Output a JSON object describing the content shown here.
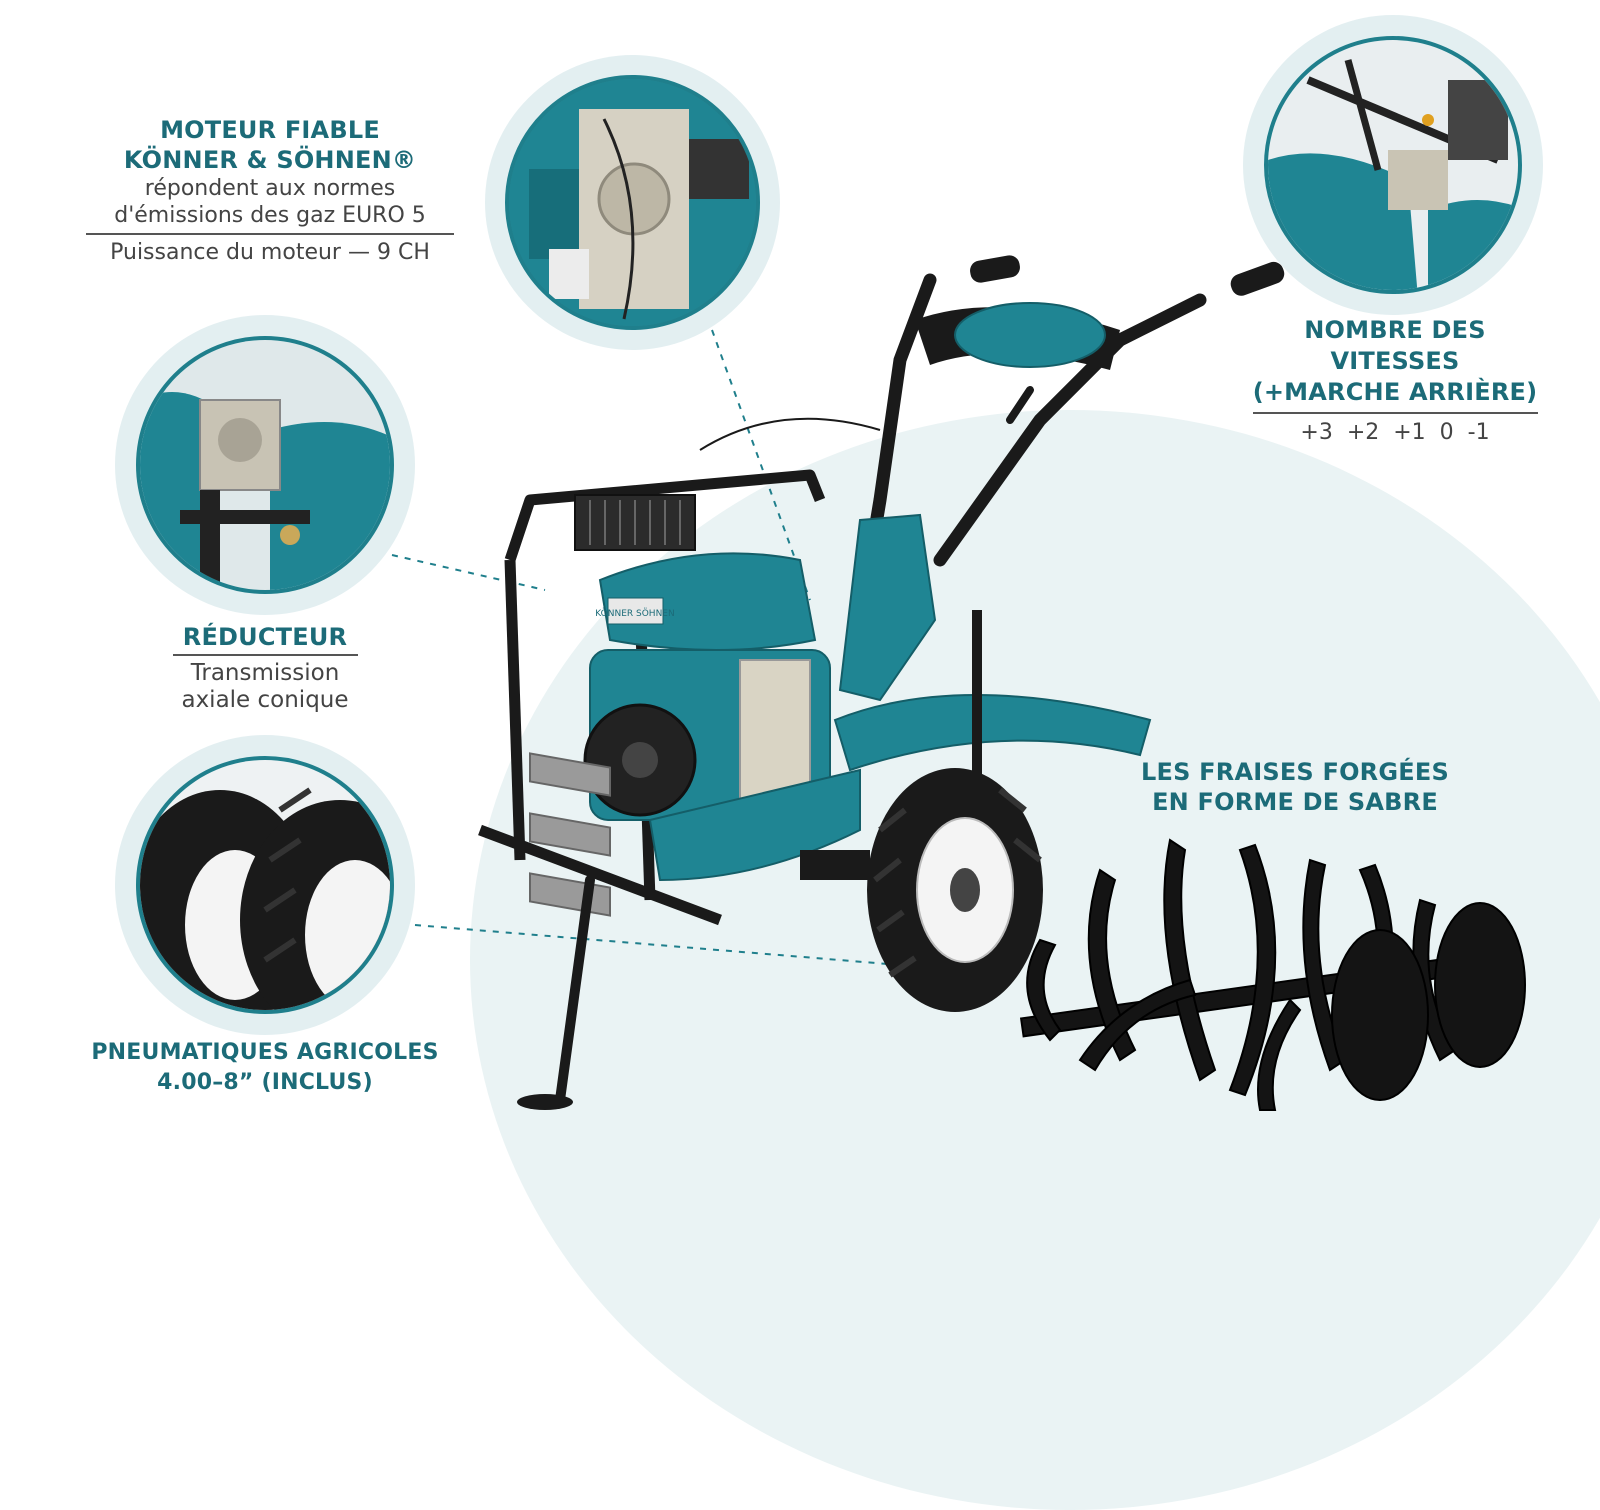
{
  "engine": {
    "title_line1": "MOTEUR FIABLE",
    "title_line2": "KÖNNER & SÖHNEN®",
    "desc_line1": "répondent aux normes",
    "desc_line2": "d'émissions des gaz EURO 5",
    "power": "Puissance du moteur — 9 CH"
  },
  "gears": {
    "title_line1": "NOMBRE DES",
    "title_line2": "VITESSES",
    "title_line3": "(+MARCHE ARRIÈRE)",
    "values": "+3  +2  +1  0  -1"
  },
  "reducer": {
    "title": "RÉDUCTEUR",
    "desc_line1": "Transmission",
    "desc_line2": "axiale conique"
  },
  "tires": {
    "title_line1": "PNEUMATIQUES AGRICOLES",
    "title_line2": "4.00–8” (INCLUS)"
  },
  "tillers": {
    "title_line1": "LES FRAISES FORGÉES",
    "title_line2": "EN FORME DE SABRE"
  },
  "machine_badge": "KÖNNER SÖHNEN",
  "colors": {
    "teal": "#1f8593",
    "dark_teal": "#1c6b78",
    "black": "#1a1a1a",
    "bg": "#eaf3f4"
  }
}
